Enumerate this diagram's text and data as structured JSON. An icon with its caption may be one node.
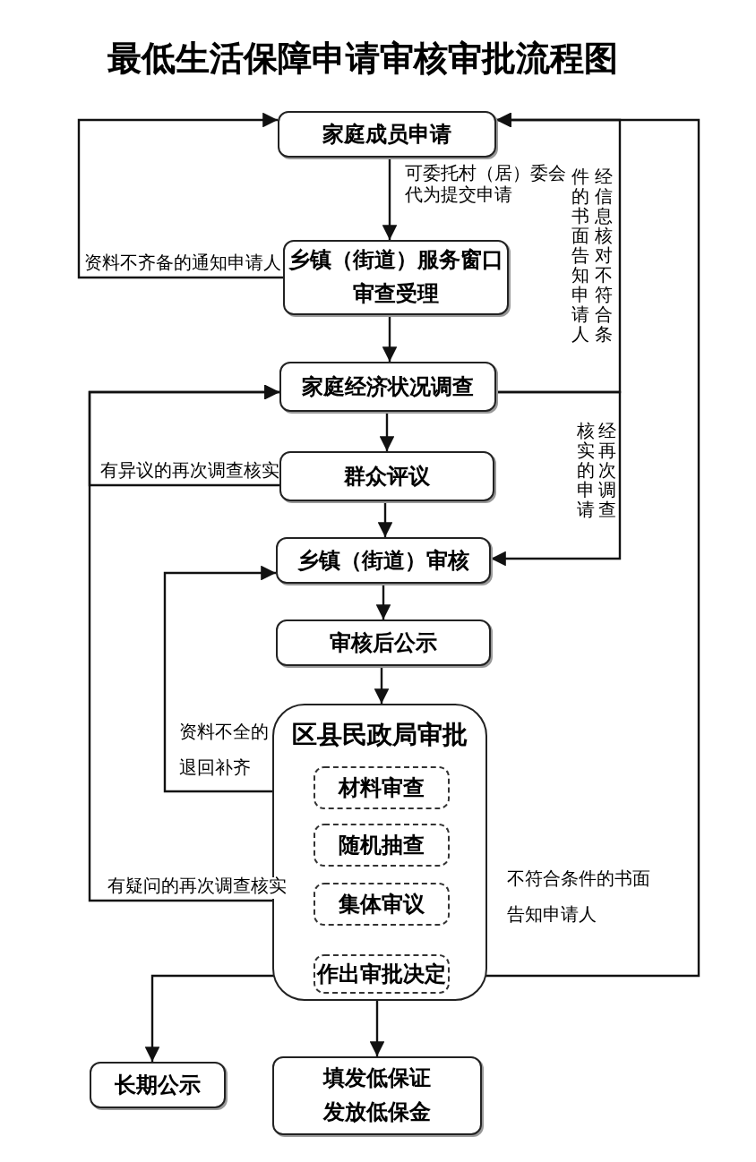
{
  "diagram": {
    "title": "最低生活保障申请审核审批流程图",
    "nodes": [
      {
        "text": [
          "家庭成员申请"
        ]
      },
      {
        "text": [
          "乡镇（街道）服务窗口审查受理"
        ]
      },
      {
        "text": [
          "家庭经济状况调查"
        ]
      },
      {
        "text": [
          "群众评议"
        ]
      },
      {
        "text": [
          "乡镇（街道）审核"
        ]
      },
      {
        "text": [
          "审核后公示"
        ]
      },
      {
        "text": [
          "区县民政局审批"
        ]
      },
      {
        "text": [
          "材料审查"
        ],
        "in": 6
      },
      {
        "text": [
          "随机抽查"
        ],
        "in": 6
      },
      {
        "text": [
          "集体审议"
        ],
        "in": 6
      },
      {
        "text": [
          "作出审批决定"
        ],
        "in": 6
      },
      {
        "text": [
          "长期公示"
        ]
      },
      {
        "text": [
          "填发低保证发放低保金"
        ]
      }
    ],
    "edges": [
      {
        "from": 0,
        "to": 1,
        "arrow": "to",
        "label": "可委托村（居）委会代为提交申请"
      },
      {
        "from": 1,
        "to": 0,
        "arrow": "to",
        "label": "资料不齐备的通知申请人"
      },
      {
        "from": 1,
        "to": 2,
        "arrow": "to"
      },
      {
        "from": 2,
        "to": 0,
        "arrow": "to",
        "label": "经信息核对不符合条件的书面告知申请人"
      },
      {
        "from": 2,
        "to": 4,
        "arrow": "to",
        "label": "经再次调查核实的申请"
      },
      {
        "from": 2,
        "to": 3,
        "arrow": "to"
      },
      {
        "from": 3,
        "to": 2,
        "arrow": "to",
        "label": "有异议的再次调查核实"
      },
      {
        "from": 3,
        "to": 4,
        "arrow": "to"
      },
      {
        "from": 4,
        "to": 5,
        "arrow": "to"
      },
      {
        "from": 5,
        "to": 6,
        "arrow": "to"
      },
      {
        "from": 7,
        "to": 4,
        "arrow": "to",
        "label": "资料不全的退回补齐"
      },
      {
        "from": 9,
        "to": 2,
        "arrow": "to",
        "label": "有疑问的再次调查核实"
      },
      {
        "from": 10,
        "to": 0,
        "arrow": "to",
        "label": "不符合条件的书面告知申请人"
      },
      {
        "from": 10,
        "to": 11,
        "arrow": "to"
      },
      {
        "from": 6,
        "to": 12,
        "arrow": "to"
      }
    ]
  }
}
